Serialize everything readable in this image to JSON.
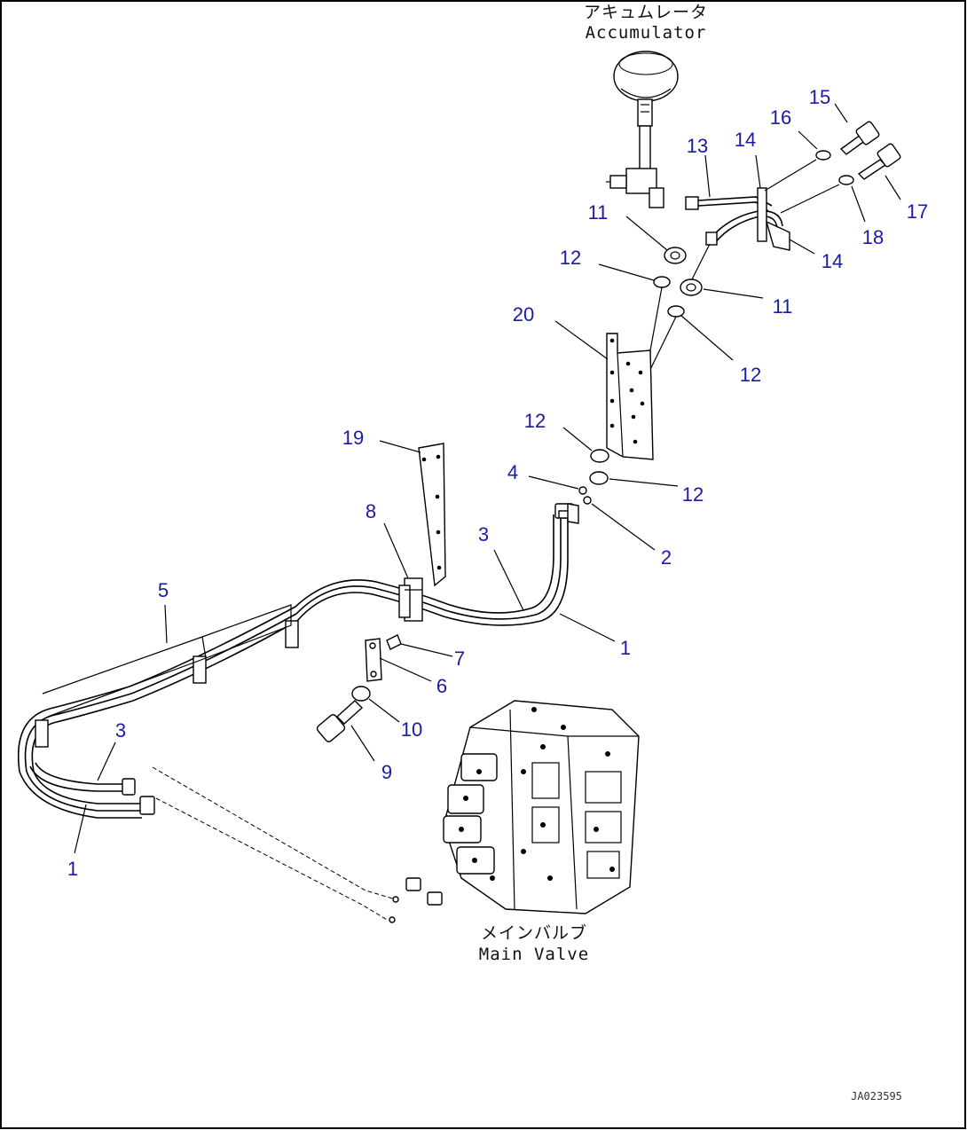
{
  "captions": {
    "accumulator_ja": "アキュムレータ",
    "accumulator_en": "Accumulator",
    "main_valve_ja": "メインバルブ",
    "main_valve_en": "Main Valve",
    "drawing_ref": "JA023595"
  },
  "callouts": [
    {
      "id": "c15",
      "label": "15"
    },
    {
      "id": "c16",
      "label": "16"
    },
    {
      "id": "c13",
      "label": "13"
    },
    {
      "id": "c14a",
      "label": "14"
    },
    {
      "id": "c17",
      "label": "17"
    },
    {
      "id": "c18",
      "label": "18"
    },
    {
      "id": "c14b",
      "label": "14"
    },
    {
      "id": "c11a",
      "label": "11"
    },
    {
      "id": "c12a",
      "label": "12"
    },
    {
      "id": "c11b",
      "label": "11"
    },
    {
      "id": "c20",
      "label": "20"
    },
    {
      "id": "c12b",
      "label": "12"
    },
    {
      "id": "c19",
      "label": "19"
    },
    {
      "id": "c12c",
      "label": "12"
    },
    {
      "id": "c4",
      "label": "4"
    },
    {
      "id": "c12d",
      "label": "12"
    },
    {
      "id": "c8",
      "label": "8"
    },
    {
      "id": "c3a",
      "label": "3"
    },
    {
      "id": "c2",
      "label": "2"
    },
    {
      "id": "c5",
      "label": "5"
    },
    {
      "id": "c1a",
      "label": "1"
    },
    {
      "id": "c7",
      "label": "7"
    },
    {
      "id": "c6",
      "label": "6"
    },
    {
      "id": "c3b",
      "label": "3"
    },
    {
      "id": "c10",
      "label": "10"
    },
    {
      "id": "c9",
      "label": "9"
    },
    {
      "id": "c1b",
      "label": "1"
    }
  ]
}
